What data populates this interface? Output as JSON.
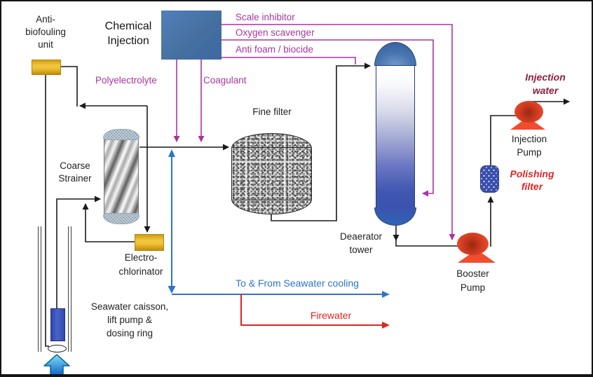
{
  "labels": {
    "anti_biofouling_unit": [
      "Anti-",
      "biofouling",
      "unit"
    ],
    "chemical_injection": [
      "Chemical",
      "Injection"
    ],
    "scale_inhibitor": "Scale inhibitor",
    "oxygen_scavenger": "Oxygen scavenger",
    "anti_foam_biocide": "Anti foam / biocide",
    "polyelectrolyte": "Polyelectrolyte",
    "coagulant": "Coagulant",
    "fine_filter": "Fine filter",
    "coarse_strainer": [
      "Coarse",
      "Strainer"
    ],
    "electro_chlorinator": [
      "Electro-",
      "chlorinator"
    ],
    "seawater_caisson": [
      "Seawater caisson,",
      "lift pump &",
      "dosing ring"
    ],
    "deaerator_tower": [
      "Deaerator",
      "tower"
    ],
    "seawater_cooling": "To & From Seawater cooling",
    "firewater": "Firewater",
    "booster_pump": [
      "Booster",
      "Pump"
    ],
    "polishing_filter": [
      "Polishing",
      "filter"
    ],
    "injection_pump": [
      "Injection",
      "Pump"
    ],
    "injection_water": [
      "Injection",
      "water"
    ]
  },
  "colors": {
    "chemical_line_magenta": "#a8359f",
    "seawater_cooling_blue": "#2e74c8",
    "firewater_red": "#e02423",
    "injection_water_maroon": "#8e1f3c",
    "pump_red": "#f24c2e",
    "vessel_blue": "#3b53ae",
    "dosing_unit_gold": "#e3ac1d",
    "process_line_black": "#1a1a1a"
  }
}
